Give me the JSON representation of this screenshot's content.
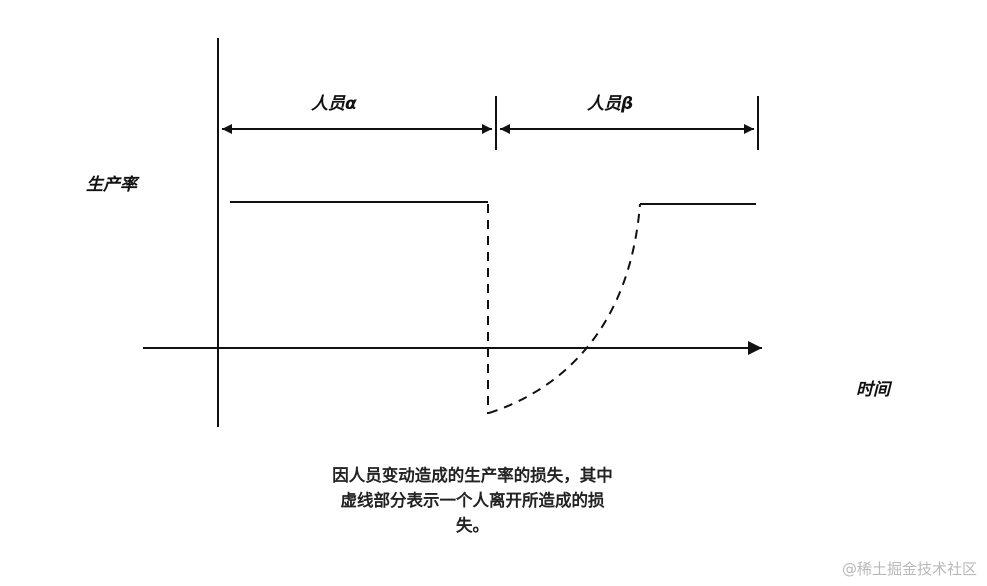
{
  "labels": {
    "person_a": "人员α",
    "person_b": "人员β",
    "y_axis": "生产率",
    "x_axis": "时间"
  },
  "caption": {
    "line1": "因人员变动造成的生产率的损失，其中",
    "line2": "虚线部分表示一个人离开所造成的损",
    "line3": "失。"
  },
  "watermark": "@稀土掘金技术社区",
  "colors": {
    "line": "#111111",
    "watermark": "#b9b9b9"
  }
}
